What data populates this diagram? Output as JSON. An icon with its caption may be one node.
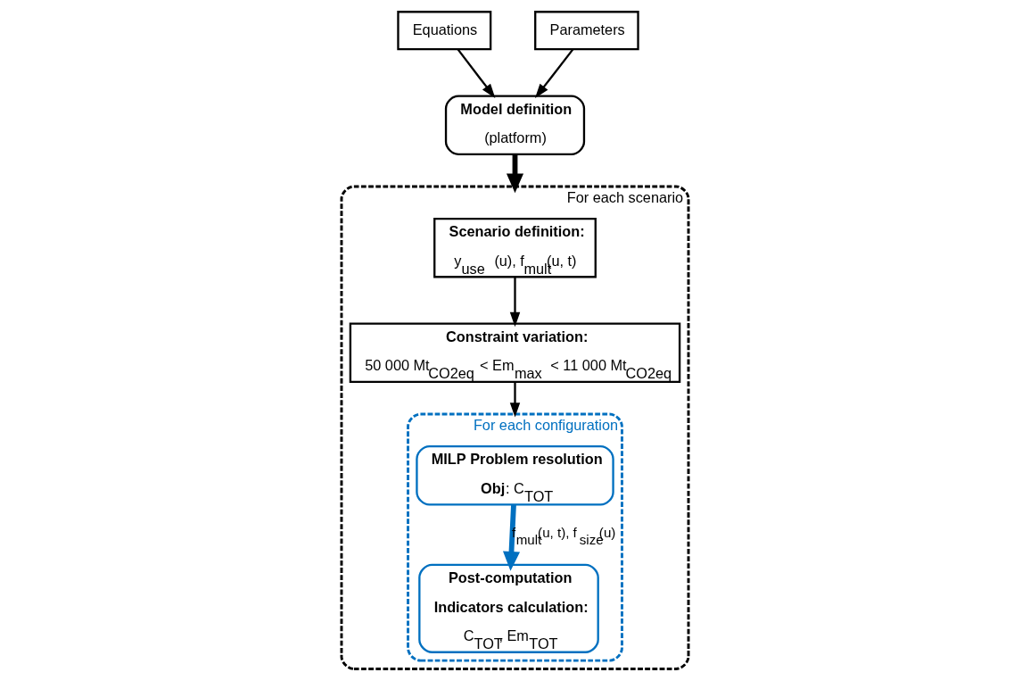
{
  "diagram": {
    "nodes": [
      {
        "text": [
          "Equations"
        ]
      },
      {
        "text": [
          "Parameters"
        ]
      },
      {
        "text": [
          "Model definition",
          "(platform)"
        ]
      },
      {
        "text": [
          "For each scenario"
        ]
      },
      {
        "text": [
          "Scenario definition:",
          "y$_{use}$ (u), f$_{mult}$(u, t)"
        ],
        "in": 3
      },
      {
        "text": [
          "Constraint variation:",
          "50 000 Mt$_{CO2eq}$ < Em$_{max}$ < 11 000 Mt$_{CO2eq}$"
        ],
        "in": 3
      },
      {
        "text": [
          "For each configuration"
        ],
        "in": 3
      },
      {
        "text": [
          "MILP Problem resolution",
          "**Obj**: C$_{TOT}$"
        ],
        "in": 6
      },
      {
        "text": [
          "Post-computation",
          "Indicators calculation:",
          "C$_{TOT}$, Em$_{TOT}$"
        ],
        "in": 6
      }
    ],
    "edges": [
      {
        "from": 0,
        "to": 2,
        "arrow": "to"
      },
      {
        "from": 1,
        "to": 2,
        "arrow": "to"
      },
      {
        "from": 2,
        "to": 3,
        "arrow": "to",
        "style": "thick"
      },
      {
        "from": 4,
        "to": 5,
        "arrow": "to"
      },
      {
        "from": 5,
        "to": 6,
        "arrow": "to"
      },
      {
        "from": 7,
        "to": 8,
        "arrow": "to",
        "style": "thick",
        "color": "#0070c0",
        "label": "f$_{mult}$(u, t), f$_{size}$(u)"
      }
    ]
  }
}
